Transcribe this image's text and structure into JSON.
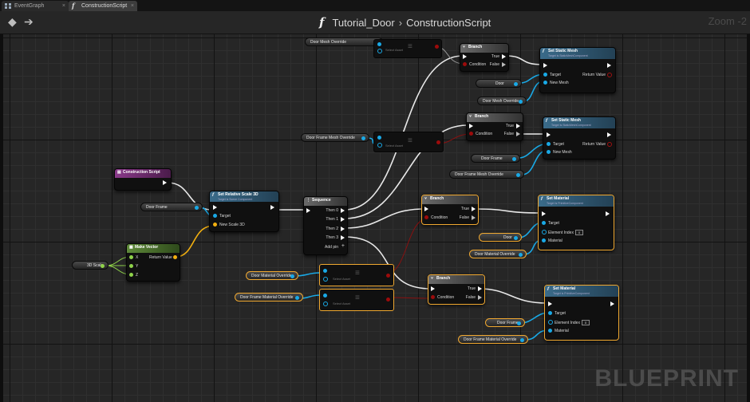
{
  "tabs": [
    {
      "label": "EventGraph",
      "active": false,
      "icon": "grid-icon"
    },
    {
      "label": "ConstructionScript",
      "active": true,
      "icon": "function-icon"
    }
  ],
  "titlebar": {
    "function_glyph": "f",
    "blueprint_name": "Tutorial_Door",
    "separator": "›",
    "graph_name": "ConstructionScript",
    "zoom": "Zoom -2",
    "back_icon": "arrow-left-icon",
    "forward_icon": "arrow-right-icon"
  },
  "watermark": "BLUEPRINT",
  "pin_colors": {
    "exec": "#ffffff",
    "object": "#19a9e6",
    "bool": "#9c0b0b",
    "vector": "#f3b010",
    "float": "#8fd24a"
  },
  "variables": {
    "door_mesh_override": "Door Mesh Override",
    "door_frame_mesh_override": "Door Frame Mesh Override",
    "door": "Door",
    "door_frame": "Door Frame",
    "door_material_override": "Door Material Override",
    "door_frame_material_override": "Door Frame Material Override",
    "3d_scale": "3D Scale"
  },
  "select_node": {
    "label": "Select Asset"
  },
  "construction_script": {
    "title": "Construction Script"
  },
  "set_relative_scale": {
    "title": "Set Relative Scale 3D",
    "subtitle": "Target is Scene Component",
    "target": "Target",
    "new_scale": "New Scale 3D"
  },
  "make_vector": {
    "title": "Make Vector",
    "x": "X",
    "y": "Y",
    "z": "Z",
    "return_value": "Return Value"
  },
  "sequence": {
    "title": "Sequence",
    "then0": "Then 0",
    "then1": "Then 1",
    "then2": "Then 2",
    "then3": "Then 3",
    "add_pin": "Add pin",
    "add_icon": "plus-icon"
  },
  "branch": {
    "title": "Branch",
    "true": "True",
    "false": "False",
    "condition": "Condition"
  },
  "set_static_mesh": {
    "title": "Set Static Mesh",
    "subtitle": "Target is StaticMeshComponent",
    "target": "Target",
    "new_mesh": "New Mesh",
    "return_value": "Return Value"
  },
  "set_material": {
    "title": "Set Material",
    "subtitle": "Target is PrimitiveComponent",
    "target": "Target",
    "element_index": "Element Index",
    "element_index_value": "0",
    "material": "Material"
  }
}
